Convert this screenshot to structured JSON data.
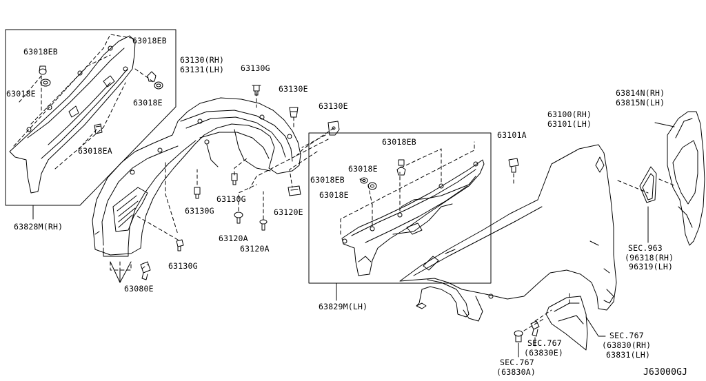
{
  "diagram_id": "J63000GJ",
  "labels": {
    "p63018EB_a": "63018EB",
    "p63018E_a": "63018E",
    "p63018EB_b": "63018EB",
    "p63018E_b": "63018E",
    "p63018EA": "63018EA",
    "p63828M": "63828M(RH)",
    "p63130_rh": "63130(RH)",
    "p63131_lh": "63131(LH)",
    "p63130G_a": "63130G",
    "p63130E_a": "63130E",
    "p63130E_b": "63130E",
    "p63130G_b": "63130G",
    "p63130G_c": "63130G",
    "p63120E": "63120E",
    "p63120A_a": "63120A",
    "p63120A_b": "63120A",
    "p63130G_d": "63130G",
    "p63080E": "63080E",
    "p63018EB_c": "63018EB",
    "p63018E_c": "63018E",
    "p63018EB_d": "63018EB",
    "p63018E_d": "63018E",
    "p63829M": "63829M(LH)",
    "p63101A": "63101A",
    "p63100_rh": "63100(RH)",
    "p63101_lh": "63101(LH)",
    "p63814N_rh": "63814N(RH)",
    "p63815N_lh": "63815N(LH)",
    "sec963": "SEC.963",
    "p96318_rh": "(96318(RH)",
    "p96319_lh": "96319(LH)",
    "sec767_a": "SEC.767",
    "p63830_rh": "(63830(RH)",
    "p63831_lh": "63831(LH)",
    "sec767_b": "SEC.767",
    "p63830E": "(63830E)",
    "sec767_c": "SEC.767",
    "p63830A": "(63830A)"
  }
}
